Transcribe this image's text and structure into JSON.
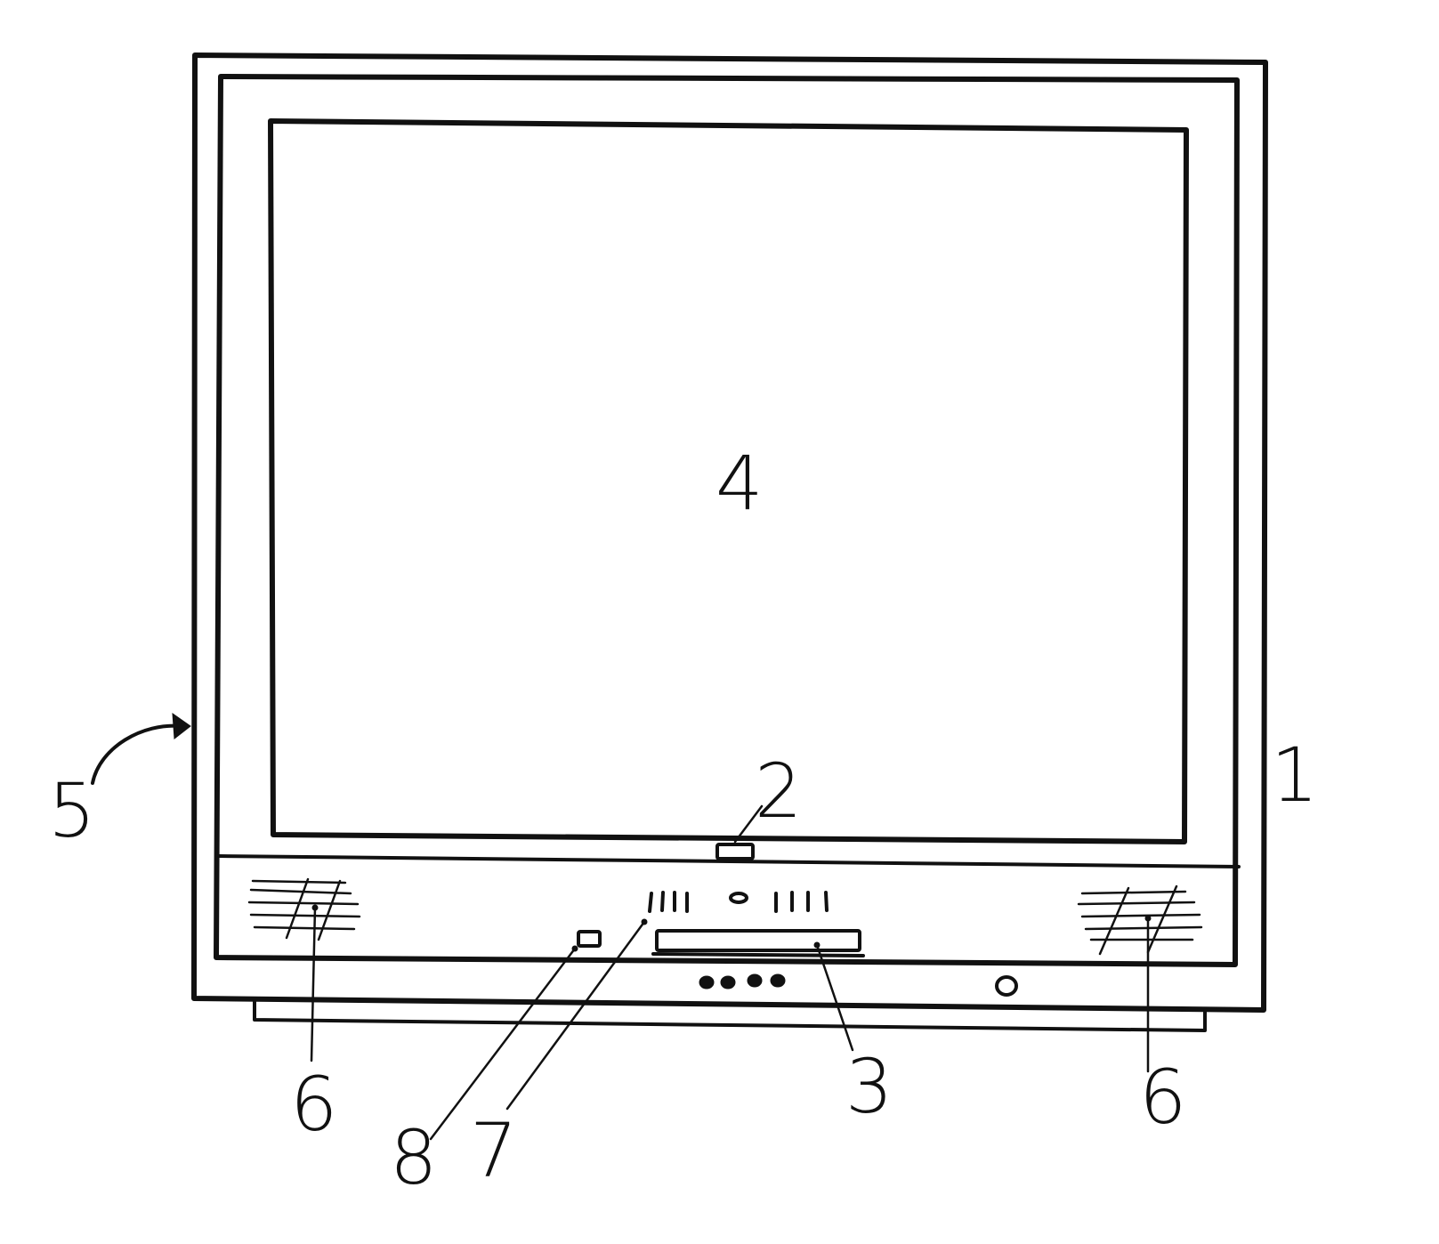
{
  "labels": {
    "housing": "1",
    "camera": "2",
    "slot": "3",
    "screen": "4",
    "device": "5",
    "speaker": "6",
    "indicator": "7",
    "sensor": "8"
  },
  "colors": {
    "ink": "#111111",
    "paper": "#ffffff"
  }
}
